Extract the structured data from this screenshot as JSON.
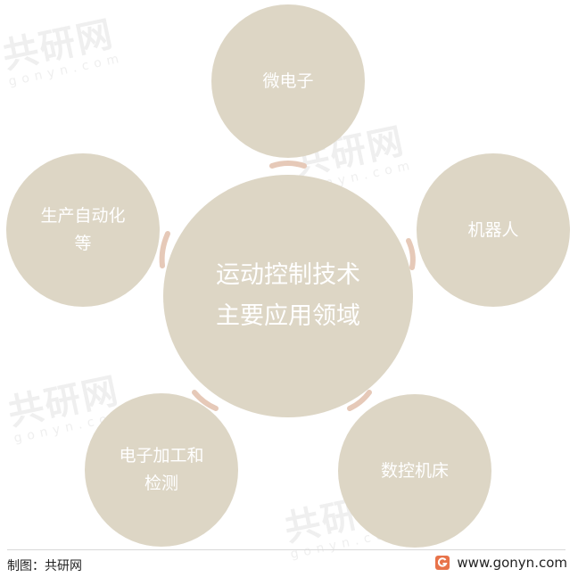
{
  "diagram": {
    "center": {
      "line1": "运动控制技术",
      "line2": "主要应用领域"
    },
    "nodes": {
      "top": "微电子",
      "right": "机器人",
      "bottom_right": "数控机床",
      "bottom_left": "电子加工和检测",
      "left": "生产自动化等"
    }
  },
  "footer": {
    "source": "制图：共研网",
    "website": "www.gonyn.com",
    "logo_icon": "gonyn-logo-icon"
  },
  "watermark": {
    "main": "共研网",
    "sub": "gonyn.com"
  },
  "colors": {
    "circle_fill": "#ddd6c5",
    "circle_text": "#ffffff",
    "connector": "#e6c9b8",
    "logo": "#e8734a"
  }
}
